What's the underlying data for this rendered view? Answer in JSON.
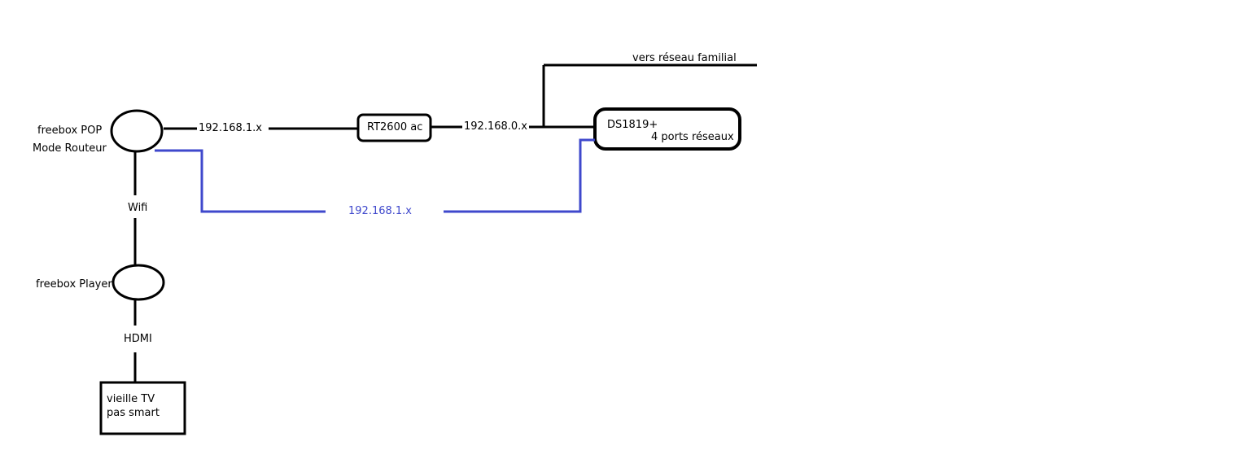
{
  "colors": {
    "line": "#000000",
    "lan": "#3f48cc",
    "background": "#ffffff"
  },
  "nodes": {
    "freebox_pop": {
      "label_line1": "freebox POP",
      "label_line2": "Mode Routeur"
    },
    "freebox_player": {
      "label": "freebox Player"
    },
    "router": {
      "label": "RT2600 ac"
    },
    "nas": {
      "label_line1": "DS1819+",
      "label_line2": "4 ports réseaux"
    },
    "tv": {
      "label_line1": "vieille TV",
      "label_line2": "pas smart"
    }
  },
  "links": {
    "pop_to_router": "192.168.1.x",
    "router_to_nas": "192.168.0.x",
    "pop_to_nas": "192.168.1.x",
    "pop_to_player": "Wifi",
    "player_to_tv": "HDMI",
    "family_network": "vers réseau familial"
  }
}
